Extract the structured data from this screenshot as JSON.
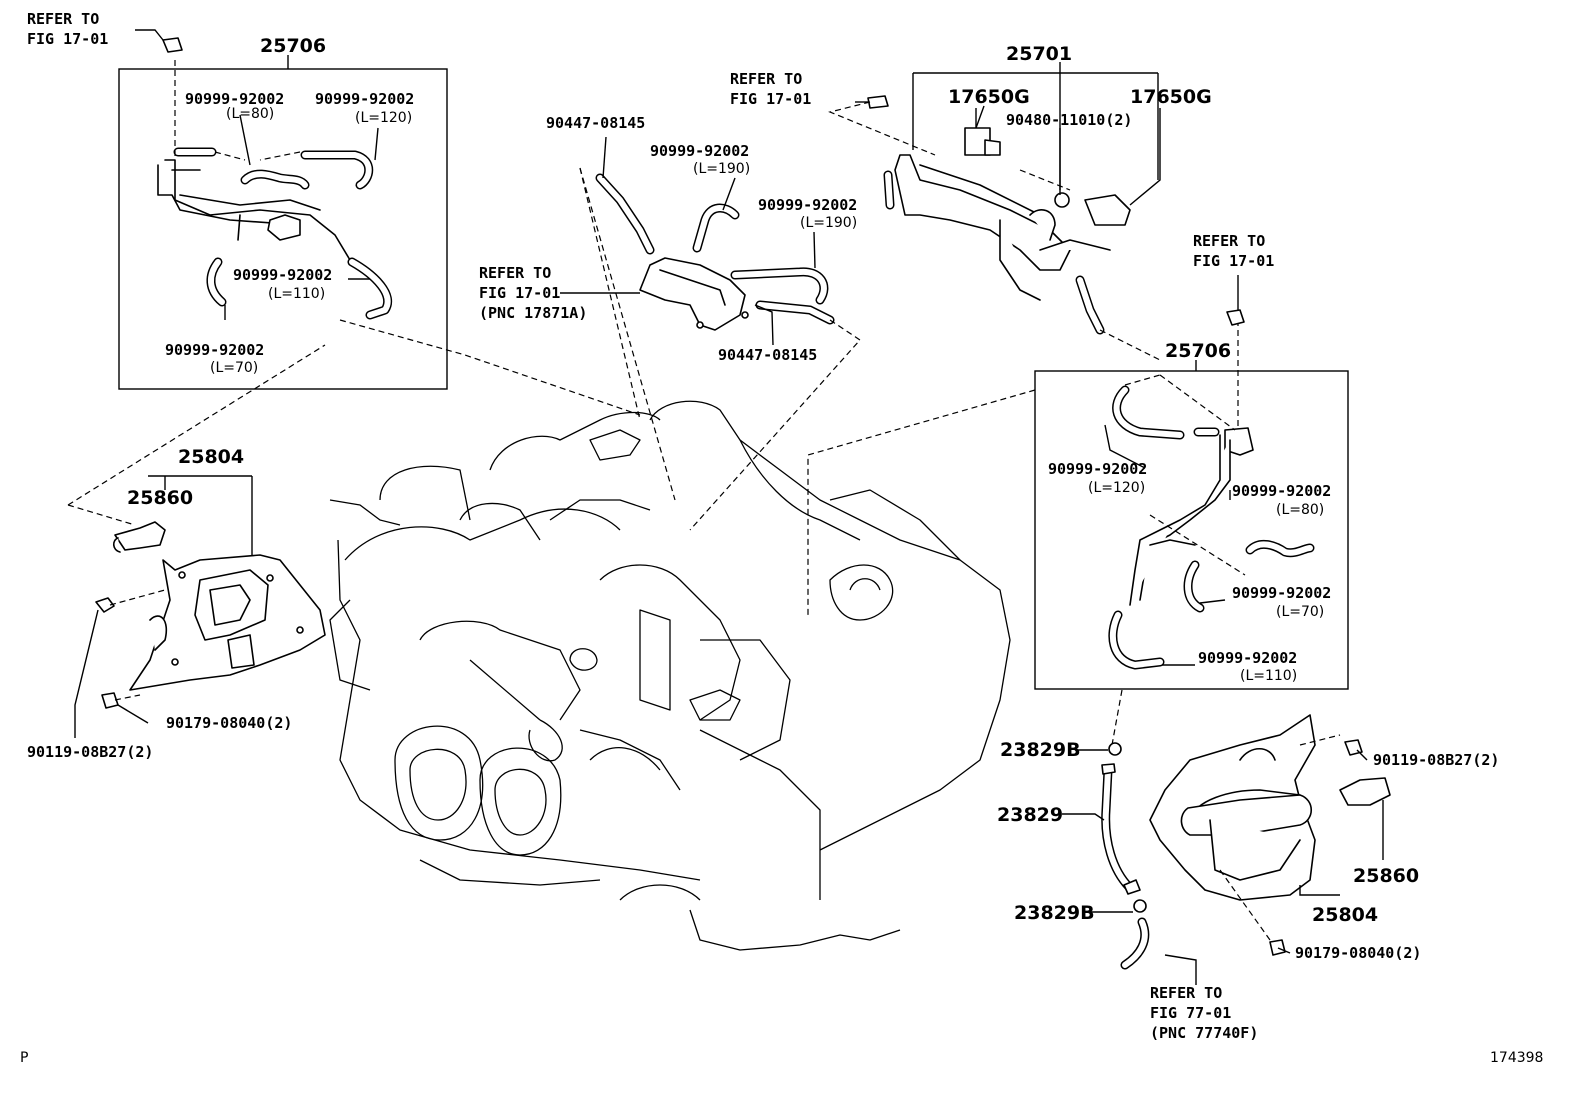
{
  "labels": {
    "refer_tl_1": "REFER TO",
    "refer_tl_2": "FIG 17-01",
    "p25706_left": "25706",
    "hose_l80_left": "90999-92002",
    "hose_l80_left_len": "(L=80)",
    "hose_l120_left": "90999-92002",
    "hose_l120_left_len": "(L=120)",
    "hose_l110_left": "90999-92002",
    "hose_l110_left_len": "(L=110)",
    "hose_l70_left": "90999-92002",
    "hose_l70_left_len": "(L=70)",
    "p25804_left": "25804",
    "p25860_left": "25860",
    "p90179_left": "90179-08040(2)",
    "p90119_left": "90119-08B27(2)",
    "clip_top": "90447-08145",
    "hose_l190_a": "90999-92002",
    "hose_l190_a_len": "(L=190)",
    "hose_l190_b": "90999-92002",
    "hose_l190_b_len": "(L=190)",
    "refer_mid_1": "REFER TO",
    "refer_mid_2": "FIG  17-01",
    "refer_mid_3": "(PNC 17871A)",
    "clip_bottom": "90447-08145",
    "refer_top_1": "REFER TO",
    "refer_top_2": "FIG 17-01",
    "p25701": "25701",
    "p17650g_a": "17650G",
    "p17650g_b": "17650G",
    "p90480": "90480-11010(2)",
    "refer_right_1": "REFER TO",
    "refer_right_2": "FIG 17-01",
    "p25706_right": "25706",
    "hose_l120_right": "90999-92002",
    "hose_l120_right_len": "(L=120)",
    "hose_l80_right": "90999-92002",
    "hose_l80_right_len": "(L=80)",
    "hose_l70_right": "90999-92002",
    "hose_l70_right_len": "(L=70)",
    "hose_l110_right": "90999-92002",
    "hose_l110_right_len": "(L=110)",
    "p23829b_top": "23829B",
    "p23829": "23829",
    "p23829b_bottom": "23829B",
    "refer_bottom_1": "REFER TO",
    "refer_bottom_2": "FIG  77-01",
    "refer_bottom_3": "(PNC 77740F)",
    "p90119_right": "90119-08B27(2)",
    "p25860_right": "25860",
    "p25804_right": "25804",
    "p90179_right": "90179-08040(2)",
    "corner_p": "P",
    "figure_id": "174398"
  }
}
